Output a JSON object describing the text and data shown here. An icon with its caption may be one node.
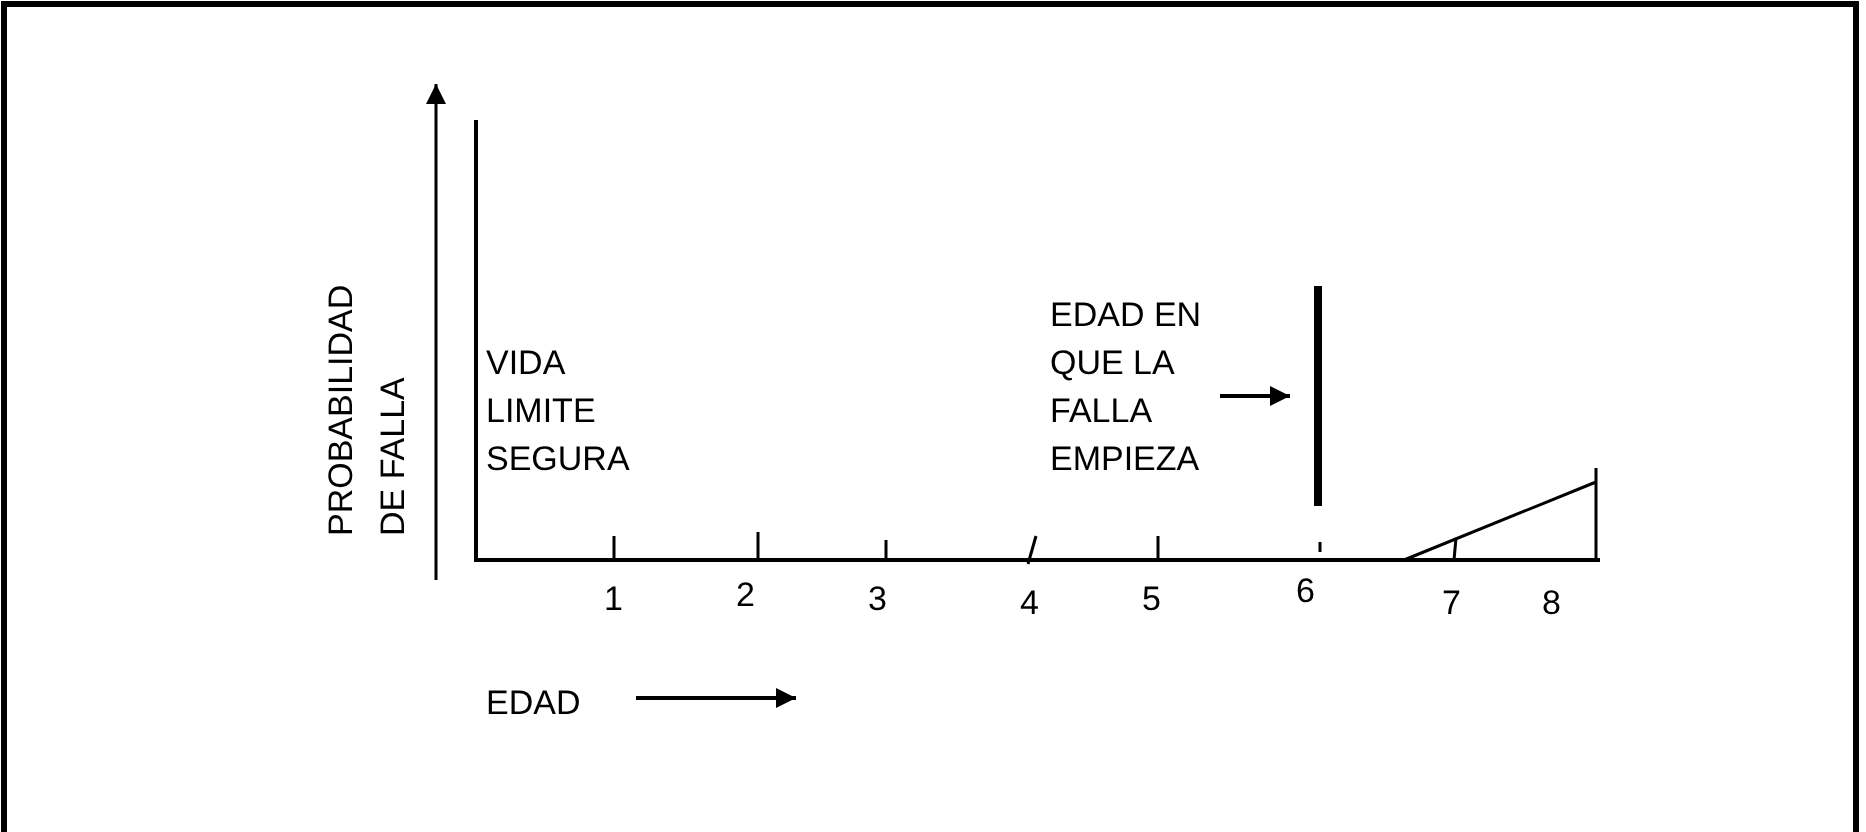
{
  "diagram": {
    "nodes": [
      {
        "text": [
          "EDAD EN QUE LA FALLA EMPIEZA"
        ]
      },
      {
        "text": [],
        "shape": "bar"
      }
    ],
    "edges": [
      {
        "from": 0,
        "to": 1,
        "arrow": "to"
      }
    ],
    "labels": [
      "PROBABILIDAD DE FALLA",
      "VIDA LIMITE SEGURA",
      "1",
      "2",
      "3",
      "4",
      "5",
      "6",
      "7",
      "8",
      "EDAD"
    ]
  }
}
